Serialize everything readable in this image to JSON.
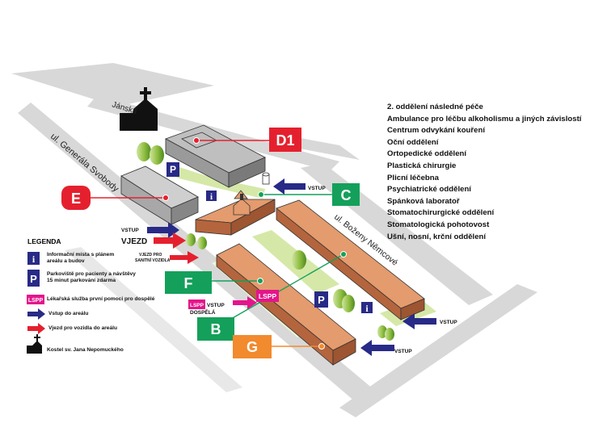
{
  "streets": {
    "janska": "Jánská",
    "generala": "ul. Generála Svobody",
    "bozeny": "ul. Boženy Němcové"
  },
  "labels": {
    "d1": "D1",
    "e": "E",
    "c": "C",
    "f": "F",
    "b": "B",
    "g": "G",
    "lspp": "LSPP"
  },
  "annotations": {
    "vstup_c": "VSTUP",
    "vstup_left": "VSTUP",
    "vjezd": "VJEZD",
    "vjezd_sanita_1": "VJEZD PRO",
    "vjezd_sanita_2": "SANITNÍ VOZIDLA",
    "lspp_vstup": "VSTUP",
    "lspp_dospela": "DOSPĚLÁ",
    "vstup_right": "VSTUP",
    "vstup_bottom": "VSTUP"
  },
  "departments": [
    "2. oddělení následné péče",
    "Ambulance pro léčbu alkoholismu a jiných závislostí",
    "Centrum odvykání kouření",
    "Oční oddělení",
    "Ortopedické oddělení",
    "Plastická chirurgie",
    "Plicní léčebna",
    "Psychiatrické oddělení",
    "Spánková laboratoř",
    "Stomatochirurgické oddělení",
    "Stomatologická pohotovost",
    "Ušní, nosní, krční oddělení"
  ],
  "legend": {
    "title": "LEGENDA",
    "info_icon": "i",
    "parking_icon": "P",
    "info_1": "Informační místa s plánem",
    "info_2": "areálu a budov",
    "parking_1": "Parkoviště pro pacienty a návštěvy",
    "parking_2": "15 minut parkování zdarma",
    "lspp_text": "Lékařská služba první pomoci pro dospělé",
    "vstup_text": "Vstup do areálu",
    "vjezd_text": "Vjezd pro vozidla do areálu",
    "church_text": "Kostel sv. Jana Nepomuckého"
  },
  "colors": {
    "street": "#d8d8d8",
    "roof": "#e49b6d",
    "roof_dark": "#b4653d",
    "building_grey": "#cfcfcf",
    "grass": "#d6e8a8",
    "tree": "#8dbb3e",
    "red": "#e5202e",
    "green": "#14a05a",
    "orange": "#f28a2e",
    "navy": "#282a87",
    "magenta": "#e4158b"
  }
}
